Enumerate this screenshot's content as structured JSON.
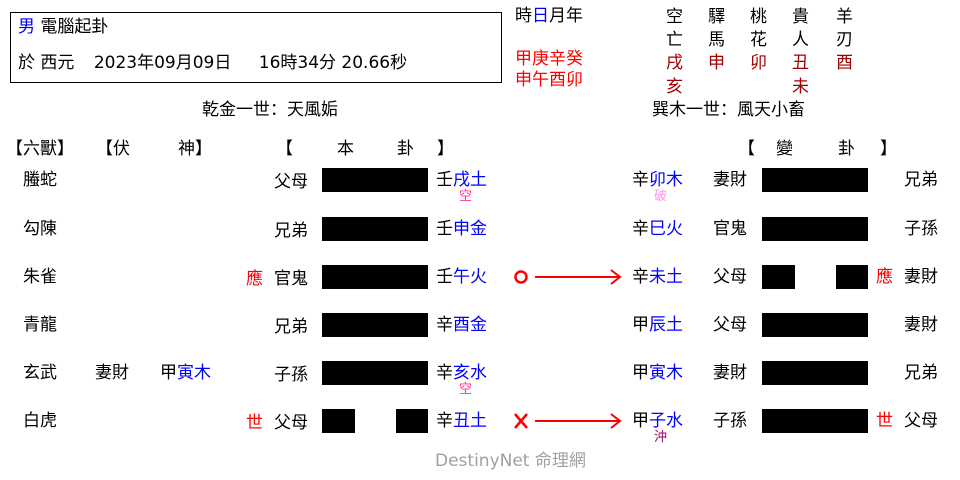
{
  "header": {
    "gender": "男",
    "title": "電腦起卦",
    "date_prefix": "於 西元",
    "date": "2023年09月09日",
    "time": "16時34分 20.66秒"
  },
  "pillars": {
    "labels": [
      "時",
      "日",
      "月",
      "年"
    ],
    "stems": "甲庚辛癸",
    "branches": "申午酉卯"
  },
  "shensha": {
    "columns": [
      {
        "name1": "空",
        "name2": "亡",
        "values": [
          "戌",
          "亥"
        ]
      },
      {
        "name1": "驛",
        "name2": "馬",
        "values": [
          "申"
        ]
      },
      {
        "name1": "桃",
        "name2": "花",
        "values": [
          "卯"
        ]
      },
      {
        "name1": "貴",
        "name2": "人",
        "values": [
          "丑",
          "未"
        ]
      },
      {
        "name1": "羊",
        "name2": "刃",
        "values": [
          "酉"
        ]
      }
    ]
  },
  "main_hexagram_title": "乾金一世：天風姤",
  "changed_hexagram_title": "巽木一世：風天小畜",
  "headers": {
    "six_beasts": "【六獸】",
    "hidden_spirit_open": "【伏",
    "hidden_spirit_close": "神】",
    "main_open": "【",
    "main_a": "本",
    "main_b": "卦",
    "main_close": "】",
    "changed_open": "【",
    "changed_a": "變",
    "changed_b": "卦",
    "changed_close": "】"
  },
  "lines": [
    {
      "beast": "螣蛇",
      "hidden_relation": "",
      "hidden_stem": "",
      "hidden_branch": "",
      "marker": "",
      "relation": "父母",
      "yang": true,
      "stem": "壬",
      "branch": "戌土",
      "note": "空",
      "change": "",
      "c_stem": "辛",
      "c_branch": "卯木",
      "c_note": "破",
      "c_relation": "妻財",
      "c_yang": true,
      "c_marker": "",
      "c_right": "兄弟"
    },
    {
      "beast": "勾陳",
      "hidden_relation": "",
      "hidden_stem": "",
      "hidden_branch": "",
      "marker": "",
      "relation": "兄弟",
      "yang": true,
      "stem": "壬",
      "branch": "申金",
      "note": "",
      "change": "",
      "c_stem": "辛",
      "c_branch": "巳火",
      "c_note": "",
      "c_relation": "官鬼",
      "c_yang": true,
      "c_marker": "",
      "c_right": "子孫"
    },
    {
      "beast": "朱雀",
      "hidden_relation": "",
      "hidden_stem": "",
      "hidden_branch": "",
      "marker": "應",
      "relation": "官鬼",
      "yang": true,
      "stem": "壬",
      "branch": "午火",
      "note": "",
      "change": "O",
      "c_stem": "辛",
      "c_branch": "未土",
      "c_note": "",
      "c_relation": "父母",
      "c_yang": false,
      "c_marker": "應",
      "c_right": "妻財"
    },
    {
      "beast": "青龍",
      "hidden_relation": "",
      "hidden_stem": "",
      "hidden_branch": "",
      "marker": "",
      "relation": "兄弟",
      "yang": true,
      "stem": "辛",
      "branch": "酉金",
      "note": "",
      "change": "",
      "c_stem": "甲",
      "c_branch": "辰土",
      "c_note": "",
      "c_relation": "父母",
      "c_yang": true,
      "c_marker": "",
      "c_right": "妻財"
    },
    {
      "beast": "玄武",
      "hidden_relation": "妻財",
      "hidden_stem": "甲",
      "hidden_branch": "寅木",
      "marker": "",
      "relation": "子孫",
      "yang": true,
      "stem": "辛",
      "branch": "亥水",
      "note": "空",
      "change": "",
      "c_stem": "甲",
      "c_branch": "寅木",
      "c_note": "",
      "c_relation": "妻財",
      "c_yang": true,
      "c_marker": "",
      "c_right": "兄弟"
    },
    {
      "beast": "白虎",
      "hidden_relation": "",
      "hidden_stem": "",
      "hidden_branch": "",
      "marker": "世",
      "relation": "父母",
      "yang": false,
      "stem": "辛",
      "branch": "丑土",
      "note": "",
      "change": "X",
      "c_stem": "甲",
      "c_branch": "子水",
      "c_note": "沖",
      "c_relation": "子孫",
      "c_yang": true,
      "c_marker": "世",
      "c_right": "父母"
    }
  ],
  "footer": "DestinyNet 命理網",
  "colors": {
    "branch": "#0000ff",
    "marker": "#ff0000",
    "shensha_value": "#a00000",
    "empty_note": "#ff3399",
    "broken_note": "#ff99ee",
    "clash_note": "#990066",
    "footer": "#a0a0a0"
  }
}
